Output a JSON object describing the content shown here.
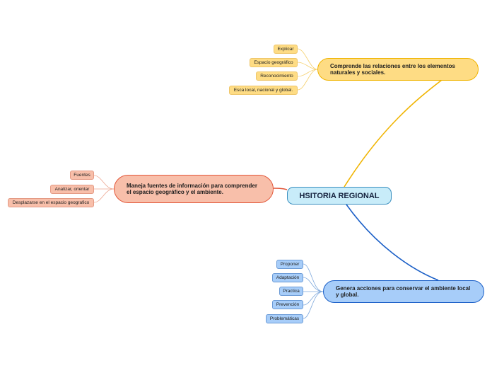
{
  "center": {
    "label": "HSITORIA REGIONAL"
  },
  "branches": {
    "orange": {
      "label": "Comprende las relaciones entre los elementos naturales y sociales.",
      "color": "#f0b400",
      "leaves": [
        "Explicar",
        "Espacio geográfico",
        "Reconocimiento",
        "Esca local, nacional y global."
      ]
    },
    "red": {
      "label": "Maneja fuentes de información para comprender el espacio geográfico y el ambiente.",
      "color": "#e2573a",
      "leaves": [
        "Fuentes",
        "Analizar, orientar",
        "Desplazarse en el espacio geografico"
      ]
    },
    "blue": {
      "label": "Genera acciones para conservar el ambiente local y global.",
      "color": "#1b5fc7",
      "leaves": [
        "Proponer",
        "Adaptación",
        "Practica",
        "Prevención",
        "Problemáticas"
      ]
    }
  }
}
